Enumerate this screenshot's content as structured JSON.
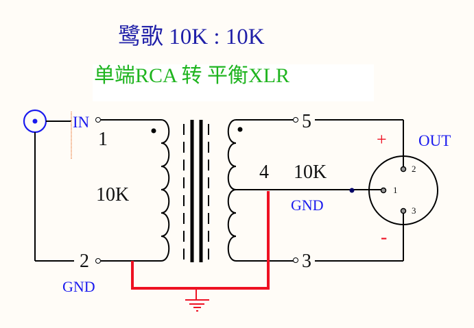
{
  "title": "鹭歌 10K : 10K",
  "subtitle": "单端RCA 转 平衡XLR",
  "colors": {
    "background": "#fffcf7",
    "title": "#1f1fa8",
    "subtitle": "#1fb41f",
    "wire": "#000000",
    "ground_wire": "#ee1122",
    "label_blue": "#1a1aee",
    "polarity": "#ee1122"
  },
  "input": {
    "connector_icon": "rca-jack-icon",
    "label": "IN",
    "gnd_label": "GND"
  },
  "primary": {
    "pin_top": "1",
    "pin_bottom": "2",
    "impedance": "10K",
    "turns": 6
  },
  "secondary": {
    "pin_top": "5",
    "pin_center_tap": "4",
    "pin_bottom": "3",
    "impedance": "10K",
    "gnd_label": "GND",
    "turns": 6
  },
  "output": {
    "label": "OUT",
    "connector_icon": "xlr-connector-icon",
    "pins": [
      "2",
      "1",
      "3"
    ],
    "plus": "+",
    "minus": "-"
  },
  "ground_icon": "ground-symbol-icon"
}
